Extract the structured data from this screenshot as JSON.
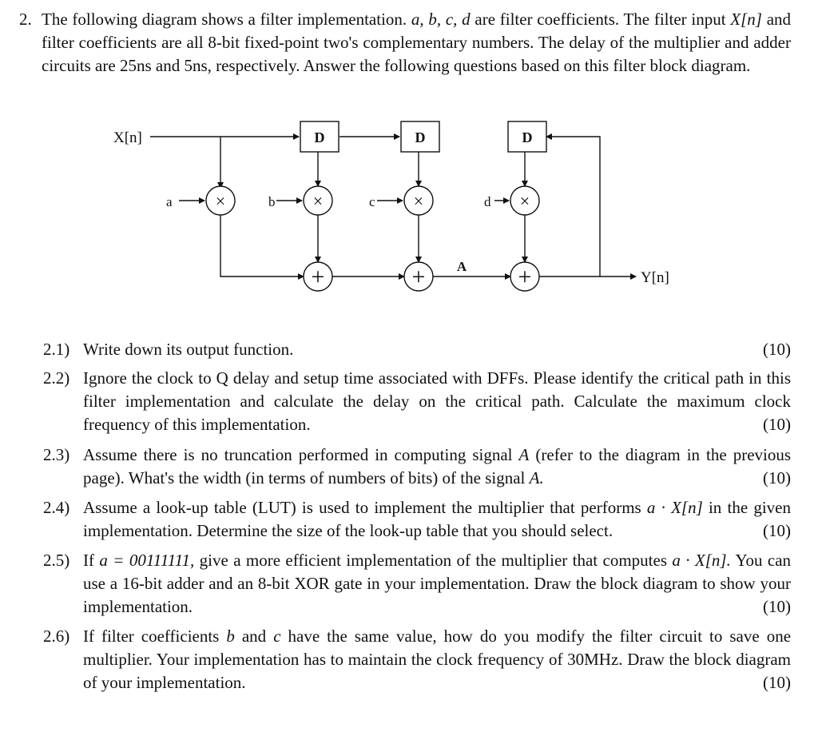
{
  "question": {
    "number": "2.",
    "intro_a": "The following diagram shows a filter implementation.",
    "coeffs": "a, b, c, d",
    "intro_b": "are filter coefficients. The filter input",
    "xn": "X[n]",
    "intro_c": "and filter coefficients are all 8-bit fixed-point two's complementary numbers. The delay of the multiplier and adder circuits are 25ns and 5ns, respectively. Answer the following questions based on this filter block diagram."
  },
  "diagram": {
    "input_label": "X[n]",
    "output_label": "Y[n]",
    "delay_label": "D",
    "coef_a": "a",
    "coef_b": "b",
    "coef_c": "c",
    "coef_d": "d",
    "mult_symbol": "×",
    "add_symbol": "+",
    "signal_label": "A"
  },
  "subquestions": [
    {
      "num": "2.1)",
      "t1": "Write down its output function.",
      "points": "(10)"
    },
    {
      "num": "2.2)",
      "t1": "Ignore the clock to Q delay and setup time associated with DFFs. Please identify the critical path in this filter implementation and calculate the delay on the critical path. Calculate the maximum clock frequency of this implementation.",
      "points": "(10)"
    },
    {
      "num": "2.3)",
      "t1": "Assume there is no truncation performed in computing signal",
      "v1": "A",
      "t2": "(refer to the diagram in the previous page). What's the width (in terms of numbers of bits) of the signal",
      "v2": "A.",
      "points": "(10)"
    },
    {
      "num": "2.4)",
      "t1": "Assume a look-up table (LUT) is used to implement the multiplier that performs",
      "v1": "a · X[n]",
      "t2": "in the given implementation. Determine the size of the look-up table that you should select.",
      "points": "(10)"
    },
    {
      "num": "2.5)",
      "t1": "If",
      "v1": "a = 00111111,",
      "t2": "give a more efficient implementation of the multiplier that computes",
      "v2": "a · X[n].",
      "t3": "You can use a 16-bit adder and an 8-bit XOR gate in your implementation. Draw the block diagram to show your implementation.",
      "points": "(10)"
    },
    {
      "num": "2.6)",
      "t1": "If filter coefficients",
      "v1": "b",
      "t2": "and",
      "v2": "c",
      "t3": "have the same value, how do you modify the filter circuit to save one multiplier. Your implementation has to maintain the clock frequency of 30MHz. Draw the block diagram of your implementation.",
      "points": "(10)"
    }
  ]
}
